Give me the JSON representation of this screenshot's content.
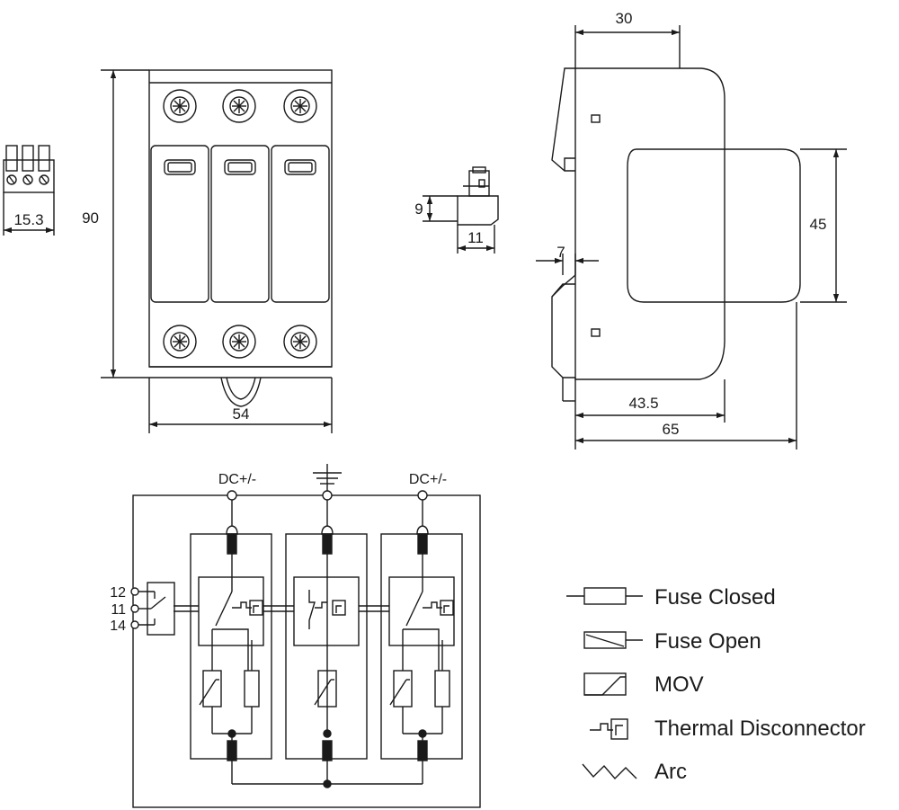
{
  "dimensions": {
    "terminal_width": "15.3",
    "height": "90",
    "width": "54",
    "small_height": "9",
    "small_width": "11",
    "side_top": "30",
    "side_window": "45",
    "side_clip": "7",
    "side_depth_inner": "43.5",
    "side_depth_total": "65"
  },
  "schematic": {
    "left_terminal_label": "DC+/-",
    "right_terminal_label": "DC+/-",
    "contact_labels": [
      "12",
      "11",
      "14"
    ]
  },
  "legend": [
    {
      "symbol": "fuse-closed",
      "label": "Fuse Closed"
    },
    {
      "symbol": "fuse-open",
      "label": "Fuse Open"
    },
    {
      "symbol": "mov",
      "label": "MOV"
    },
    {
      "symbol": "thermal-disconnector",
      "label": "Thermal Disconnector"
    },
    {
      "symbol": "arc",
      "label": "Arc"
    }
  ],
  "colors": {
    "stroke": "#1a1a1a",
    "background": "#ffffff"
  }
}
